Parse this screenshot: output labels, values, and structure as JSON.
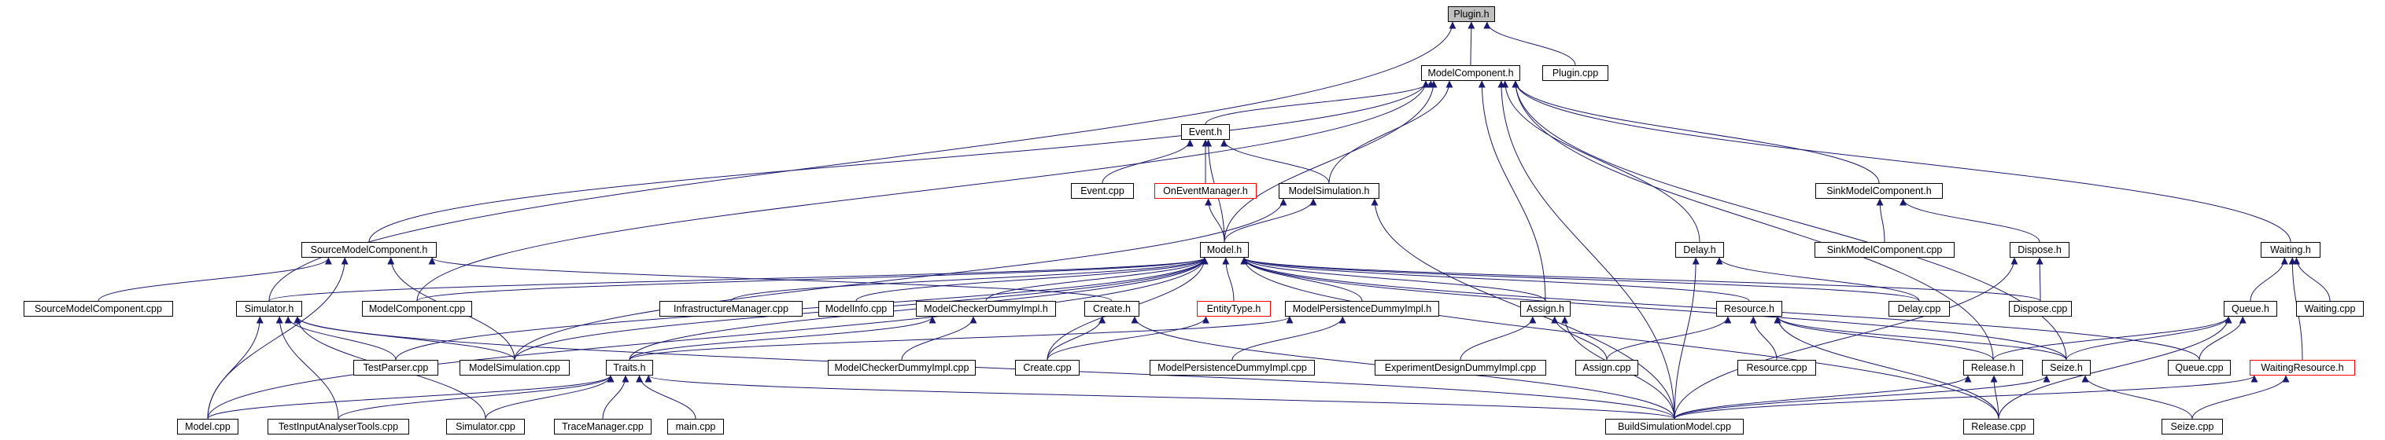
{
  "colors": {
    "edge": "#191970",
    "node_border": "#000000",
    "undocumented_border": "#ff0000",
    "root_fill": "#bfbfbf",
    "background": "#ffffff"
  },
  "nodes": {
    "plugin_h": "Plugin.h",
    "modelcomponent_h": "ModelComponent.h",
    "plugin_cpp": "Plugin.cpp",
    "event_h": "Event.h",
    "event_cpp": "Event.cpp",
    "oneventmanager_h": "OnEventManager.h",
    "modelsimulation_h": "ModelSimulation.h",
    "sinkmodelcomponent_h": "SinkModelComponent.h",
    "sinkmodelcomponent_cpp": "SinkModelComponent.cpp",
    "dispose_h": "Dispose.h",
    "sourcemodelcomponent_h": "SourceModelComponent.h",
    "model_h": "Model.h",
    "delay_h": "Delay.h",
    "waiting_h": "Waiting.h",
    "sourcemodelcomponent_cpp": "SourceModelComponent.cpp",
    "simulator_h": "Simulator.h",
    "modelcomponent_cpp": "ModelComponent.cpp",
    "infrastructuremanager_cpp": "InfrastructureManager.cpp",
    "modelinfo_cpp": "ModelInfo.cpp",
    "modelcheckerdummyimpl_h": "ModelCheckerDummyImpl.h",
    "create_h": "Create.h",
    "entitytype_h": "EntityType.h",
    "modelpersistencedummyimpl_h": "ModelPersistenceDummyImpl.h",
    "assign_h": "Assign.h",
    "resource_h": "Resource.h",
    "delay_cpp": "Delay.cpp",
    "dispose_cpp": "Dispose.cpp",
    "queue_h": "Queue.h",
    "waiting_cpp": "Waiting.cpp",
    "testparser_cpp": "TestParser.cpp",
    "modelsimulation_cpp": "ModelSimulation.cpp",
    "traits_h": "Traits.h",
    "modelcheckerdummyimpl_cpp": "ModelCheckerDummyImpl.cpp",
    "create_cpp": "Create.cpp",
    "modelpersistencedummyimpl_cpp": "ModelPersistenceDummyImpl.cpp",
    "experimentdesigndummyimpl_cpp": "ExperimentDesignDummyImpl.cpp",
    "assign_cpp": "Assign.cpp",
    "resource_cpp": "Resource.cpp",
    "release_h": "Release.h",
    "seize_h": "Seize.h",
    "queue_cpp": "Queue.cpp",
    "waitingresource_h": "WaitingResource.h",
    "model_cpp": "Model.cpp",
    "testinputanalysertools_cpp": "TestInputAnalyserTools.cpp",
    "simulator_cpp": "Simulator.cpp",
    "tracemanager_cpp": "TraceManager.cpp",
    "main_cpp": "main.cpp",
    "buildsimulationmodel_cpp": "BuildSimulationModel.cpp",
    "release_cpp": "Release.cpp",
    "seize_cpp": "Seize.cpp"
  },
  "edges": [
    [
      "modelcomponent_h",
      "plugin_h"
    ],
    [
      "plugin_cpp",
      "plugin_h"
    ],
    [
      "simulator_h",
      "plugin_h"
    ],
    [
      "event_h",
      "modelcomponent_h"
    ],
    [
      "modelsimulation_h",
      "modelcomponent_h"
    ],
    [
      "sourcemodelcomponent_h",
      "modelcomponent_h"
    ],
    [
      "modelcomponent_cpp",
      "modelcomponent_h"
    ],
    [
      "model_h",
      "modelcomponent_h"
    ],
    [
      "assign_h",
      "modelcomponent_h"
    ],
    [
      "delay_h",
      "modelcomponent_h"
    ],
    [
      "sinkmodelcomponent_h",
      "modelcomponent_h"
    ],
    [
      "waiting_h",
      "modelcomponent_h"
    ],
    [
      "release_h",
      "modelcomponent_h"
    ],
    [
      "seize_h",
      "modelcomponent_h"
    ],
    [
      "buildsimulationmodel_cpp",
      "modelcomponent_h"
    ],
    [
      "event_cpp",
      "event_h"
    ],
    [
      "oneventmanager_h",
      "event_h"
    ],
    [
      "modelsimulation_h",
      "event_h"
    ],
    [
      "model_h",
      "event_h"
    ],
    [
      "model_h",
      "oneventmanager_h"
    ],
    [
      "model_h",
      "modelsimulation_h"
    ],
    [
      "modelsimulation_cpp",
      "modelsimulation_h"
    ],
    [
      "buildsimulationmodel_cpp",
      "modelsimulation_h"
    ],
    [
      "sinkmodelcomponent_cpp",
      "sinkmodelcomponent_h"
    ],
    [
      "dispose_h",
      "sinkmodelcomponent_h"
    ],
    [
      "dispose_cpp",
      "dispose_h"
    ],
    [
      "buildsimulationmodel_cpp",
      "dispose_h"
    ],
    [
      "sourcemodelcomponent_cpp",
      "sourcemodelcomponent_h"
    ],
    [
      "modelsimulation_cpp",
      "sourcemodelcomponent_h"
    ],
    [
      "model_cpp",
      "sourcemodelcomponent_h"
    ],
    [
      "create_h",
      "sourcemodelcomponent_h"
    ],
    [
      "simulator_h",
      "model_h"
    ],
    [
      "modelcomponent_cpp",
      "model_h"
    ],
    [
      "infrastructuremanager_cpp",
      "model_h"
    ],
    [
      "modelinfo_cpp",
      "model_h"
    ],
    [
      "modelcheckerdummyimpl_h",
      "model_h"
    ],
    [
      "entitytype_h",
      "model_h"
    ],
    [
      "modelpersistencedummyimpl_h",
      "model_h"
    ],
    [
      "assign_h",
      "model_h"
    ],
    [
      "resource_h",
      "model_h"
    ],
    [
      "delay_cpp",
      "model_h"
    ],
    [
      "dispose_cpp",
      "model_h"
    ],
    [
      "queue_cpp",
      "model_h"
    ],
    [
      "testparser_cpp",
      "model_h"
    ],
    [
      "modelsimulation_cpp",
      "model_h"
    ],
    [
      "traits_h",
      "model_h"
    ],
    [
      "create_cpp",
      "model_h"
    ],
    [
      "model_cpp",
      "model_h"
    ],
    [
      "release_cpp",
      "model_h"
    ],
    [
      "seize_h",
      "model_h"
    ],
    [
      "delay_cpp",
      "delay_h"
    ],
    [
      "buildsimulationmodel_cpp",
      "delay_h"
    ],
    [
      "queue_h",
      "waiting_h"
    ],
    [
      "waiting_cpp",
      "waiting_h"
    ],
    [
      "waitingresource_h",
      "waiting_h"
    ],
    [
      "testparser_cpp",
      "simulator_h"
    ],
    [
      "modelsimulation_cpp",
      "simulator_h"
    ],
    [
      "testinputanalysertools_cpp",
      "simulator_h"
    ],
    [
      "simulator_cpp",
      "simulator_h"
    ],
    [
      "model_cpp",
      "simulator_h"
    ],
    [
      "buildsimulationmodel_cpp",
      "simulator_h"
    ],
    [
      "traits_h",
      "modelcheckerdummyimpl_h"
    ],
    [
      "modelcheckerdummyimpl_cpp",
      "modelcheckerdummyimpl_h"
    ],
    [
      "create_cpp",
      "create_h"
    ],
    [
      "buildsimulationmodel_cpp",
      "create_h"
    ],
    [
      "create_cpp",
      "entitytype_h"
    ],
    [
      "traits_h",
      "modelpersistencedummyimpl_h"
    ],
    [
      "modelpersistencedummyimpl_cpp",
      "modelpersistencedummyimpl_h"
    ],
    [
      "assign_cpp",
      "assign_h"
    ],
    [
      "experimentdesigndummyimpl_cpp",
      "assign_h"
    ],
    [
      "buildsimulationmodel_cpp",
      "assign_h"
    ],
    [
      "resource_cpp",
      "resource_h"
    ],
    [
      "release_h",
      "resource_h"
    ],
    [
      "seize_h",
      "resource_h"
    ],
    [
      "release_cpp",
      "resource_h"
    ],
    [
      "assign_cpp",
      "resource_h"
    ],
    [
      "seize_h",
      "queue_h"
    ],
    [
      "queue_cpp",
      "queue_h"
    ],
    [
      "release_cpp",
      "queue_h"
    ],
    [
      "release_h",
      "queue_h"
    ],
    [
      "model_cpp",
      "traits_h"
    ],
    [
      "testinputanalysertools_cpp",
      "traits_h"
    ],
    [
      "simulator_cpp",
      "traits_h"
    ],
    [
      "tracemanager_cpp",
      "traits_h"
    ],
    [
      "main_cpp",
      "traits_h"
    ],
    [
      "buildsimulationmodel_cpp",
      "traits_h"
    ],
    [
      "release_cpp",
      "release_h"
    ],
    [
      "buildsimulationmodel_cpp",
      "release_h"
    ],
    [
      "seize_cpp",
      "seize_h"
    ],
    [
      "buildsimulationmodel_cpp",
      "seize_h"
    ],
    [
      "seize_cpp",
      "waitingresource_h"
    ],
    [
      "buildsimulationmodel_cpp",
      "waitingresource_h"
    ]
  ]
}
